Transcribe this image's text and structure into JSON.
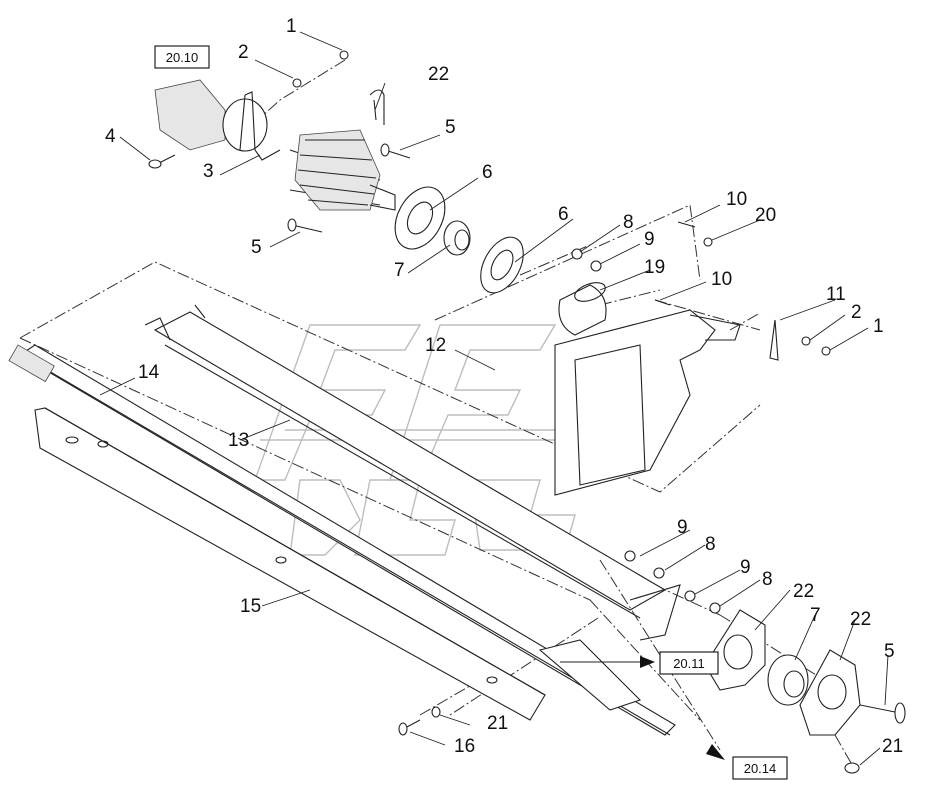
{
  "callouts": [
    "1",
    "2",
    "22",
    "5",
    "4",
    "3",
    "6",
    "10",
    "20",
    "8",
    "9",
    "5",
    "7",
    "6",
    "19",
    "10",
    "11",
    "2",
    "1",
    "12",
    "14",
    "13",
    "9",
    "8",
    "9",
    "8",
    "22",
    "7",
    "22",
    "5",
    "15",
    "21",
    "16",
    "21"
  ],
  "refs": [
    "20.10",
    "20.11",
    "20.14"
  ]
}
